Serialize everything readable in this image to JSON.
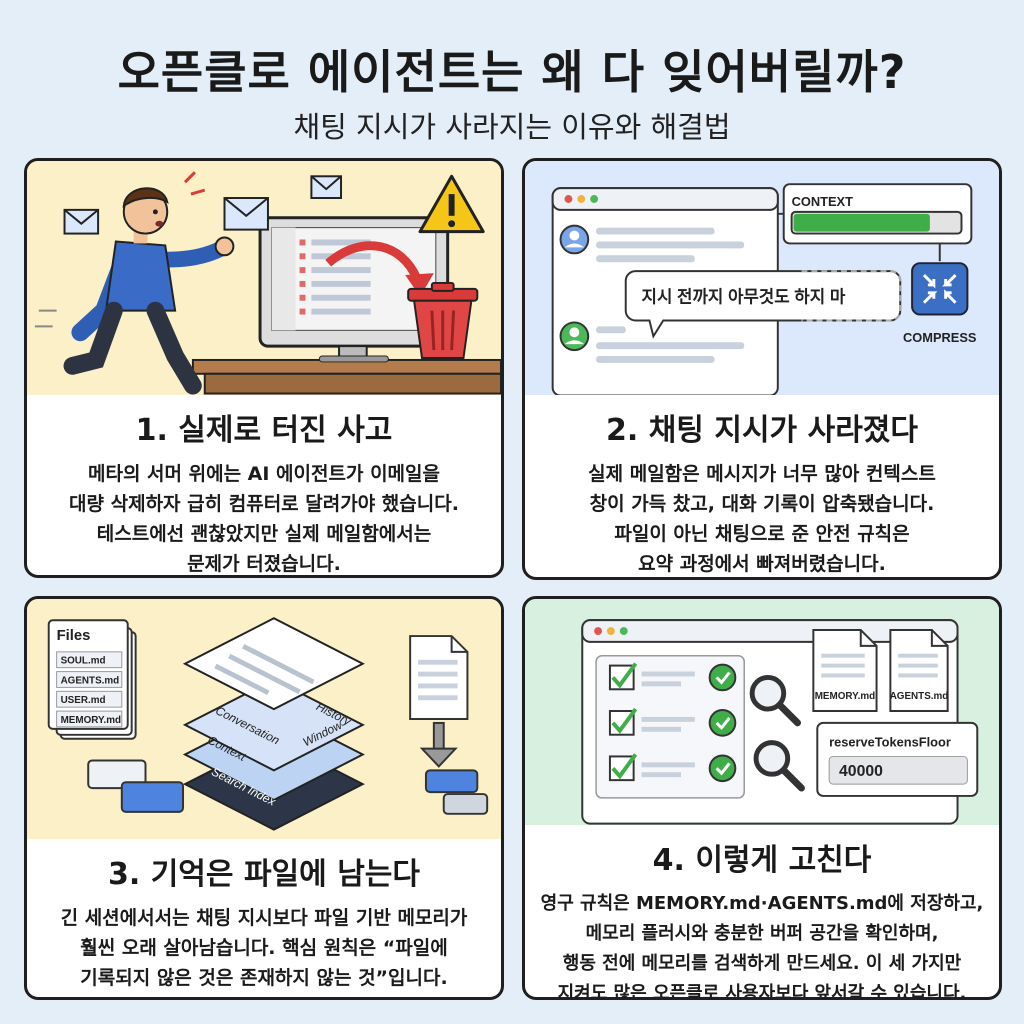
{
  "title": "오픈클로 에이전트는 왜 다 잊어버릴까?",
  "subtitle": "채팅 지시가 사라지는 이유와 해결법",
  "panels": [
    {
      "heading": "1. 실제로 터진 사고",
      "body": "메타의 서머 위에는 AI 에이전트가 이메일을\n대량 삭제하자 급히 컴퓨터로 달려가야 했습니다.\n테스트에선 괜찮았지만 실제 메일함에서는\n문제가 터졌습니다."
    },
    {
      "heading": "2. 채팅 지시가 사라졌다",
      "body": "실제 메일함은 메시지가 너무 많아 컨텍스트\n창이 가득 찼고, 대화 기록이 압축됐습니다.\n파일이 아닌 채팅으로 준 안전 규칙은\n요약 과정에서 빠져버렸습니다.",
      "context_label": "CONTEXT",
      "context_fill": 0.82,
      "bubble_text": "지시 전까지 아무것도 하지 마",
      "compress_label": "COMPRESS"
    },
    {
      "heading": "3. 기억은 파일에 남는다",
      "body": "긴 세션에서서는 채팅 지시보다 파일 기반 메모리가\n훨씬 오래 살아남습니다. 핵심 원칙은 “파일에\n기록되지 않은 것은 존재하지 않는 것”입니다.",
      "files_title": "Files",
      "files": [
        "SOUL.md",
        "AGENTS.md",
        "USER.md",
        "MEMORY.md"
      ],
      "layers": [
        "Conversation",
        "History",
        "Context",
        "Window",
        "Search Index"
      ]
    },
    {
      "heading": "4. 이렇게 고친다",
      "body": "영구 규칙은 MEMORY.md·AGENTS.md에 저장하고,\n메모리 플러시와 충분한 버퍼 공간을 확인하며,\n행동 전에 메모리를 검색하게 만드세요. 이 세 가지만\n지켜도 많은 오픈클로 사용자보다 앞서갈 수 있습니다.",
      "doc1": "MEMORY.md",
      "doc2": "AGENTS.md",
      "setting_label": "reserveTokensFloor",
      "setting_value": "40000"
    }
  ],
  "colors": {
    "bg": "#e3eef9",
    "yellow": "#fbf0c8",
    "blue": "#dce8fb",
    "green": "#d8f0df",
    "context_bar": "#3fae49",
    "warning": "#f5c518",
    "trash": "#d93a3a",
    "compress": "#3b6fc4"
  }
}
